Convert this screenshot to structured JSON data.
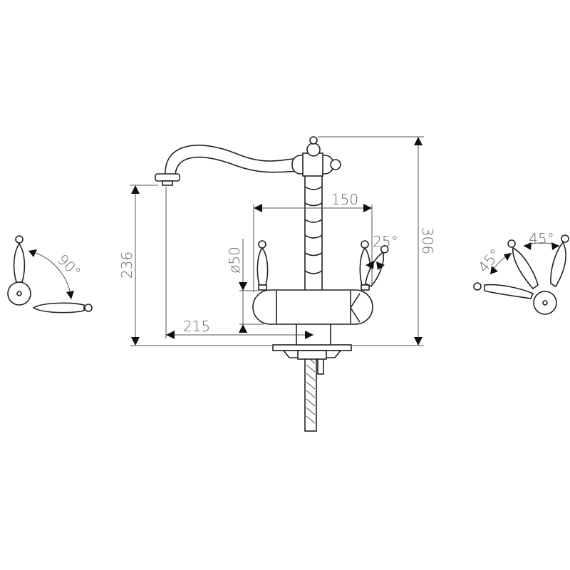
{
  "drawing": {
    "title": "Faucet dimension drawing",
    "dimensions": {
      "spout_height": "236",
      "total_height": "306",
      "handle_spacing": "150",
      "body_diameter": "ø50",
      "spout_reach": "215",
      "handle_tilt": "25°"
    },
    "left_view": {
      "rotation": "90°"
    },
    "right_view": {
      "rotation_a": "45°",
      "rotation_b": "45°"
    },
    "colors": {
      "line": "#222222",
      "text": "#666666"
    }
  }
}
